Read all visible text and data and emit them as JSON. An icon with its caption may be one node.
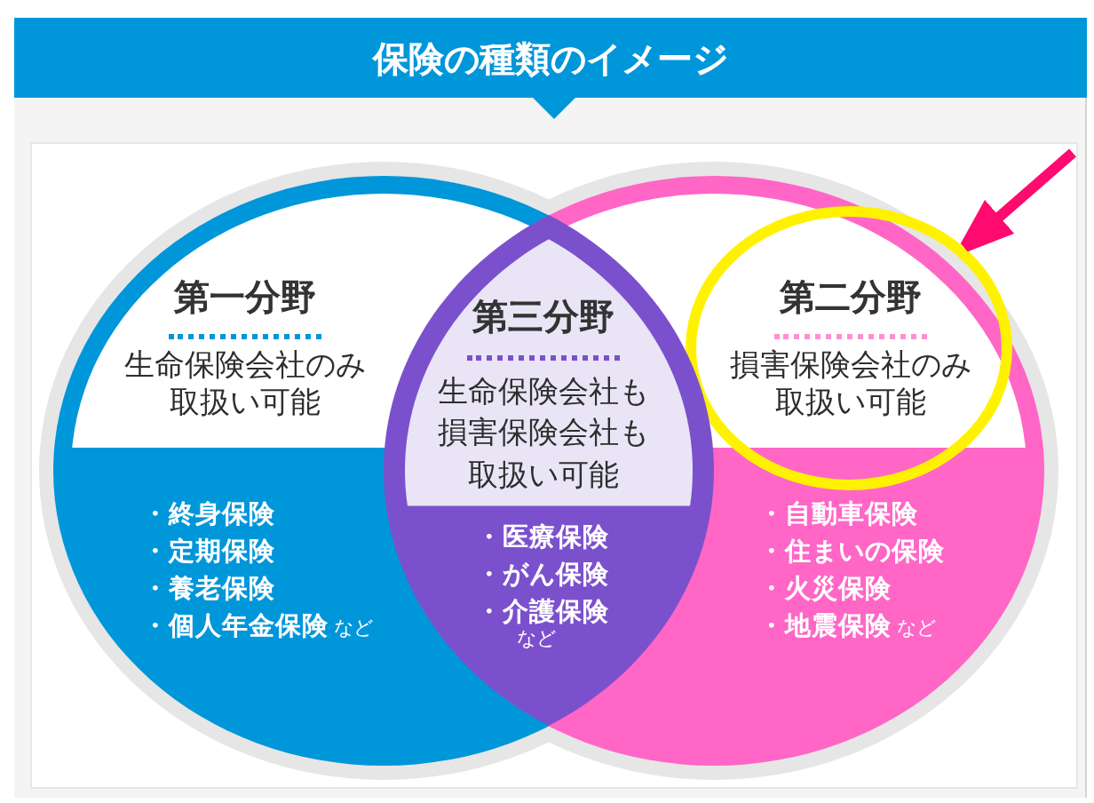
{
  "diagram": {
    "title": "保険の種類のイメージ",
    "nodes": [
      {
        "text": [
          "第一分野",
          "生命保険会社のみ取扱い可能",
          "・終身保険",
          "・定期保険",
          "・養老保険",
          "・個人年金保険",
          "など"
        ]
      },
      {
        "text": [
          "第三分野",
          "生命保険会社も損害保険会社も取扱い可能",
          "・医療保険",
          "・がん保険",
          "・介護保険",
          "など"
        ]
      },
      {
        "text": [
          "・自動車保険",
          "・住まいの保険",
          "・火災保険",
          "・地震保険",
          "など"
        ]
      },
      {
        "text": [
          "第二分野",
          "損害保険会社のみ取扱い可能"
        ],
        "in": 2
      }
    ],
    "edges": [
      {
        "from": null,
        "to": 3,
        "arrow": "to",
        "color": "#ff0a6e"
      }
    ]
  }
}
